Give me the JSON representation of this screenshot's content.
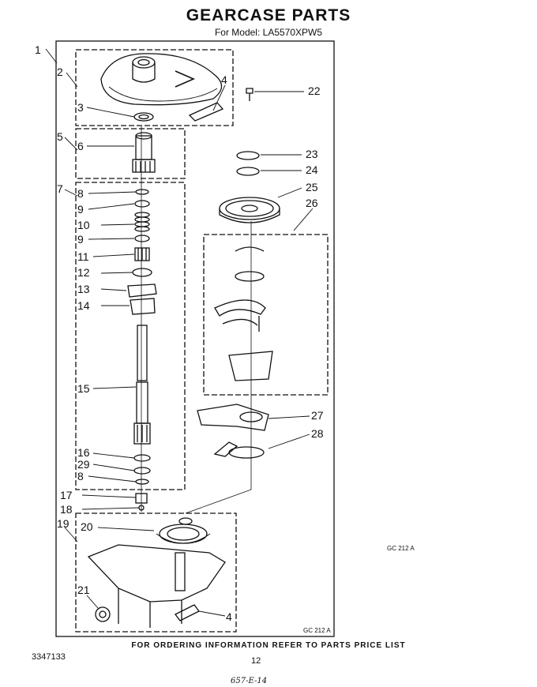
{
  "title": "GEARCASE PARTS",
  "subtitle": "For Model: LA5570XPW5",
  "footer": "FOR ORDERING INFORMATION REFER TO PARTS PRICE LIST",
  "doc_number": "3347133",
  "page_number": "12",
  "handwritten_note": "657-E-14",
  "figure_code_outer": "GC 212 A",
  "figure_code_inner": "GC 212 A",
  "callouts": [
    "1",
    "2",
    "3",
    "4",
    "22",
    "5",
    "6",
    "23",
    "24",
    "25",
    "26",
    "7",
    "8",
    "9",
    "10",
    "9",
    "11",
    "12",
    "13",
    "14",
    "27",
    "28",
    "15",
    "16",
    "29",
    "8",
    "17",
    "18",
    "19",
    "20",
    "21",
    "4"
  ]
}
